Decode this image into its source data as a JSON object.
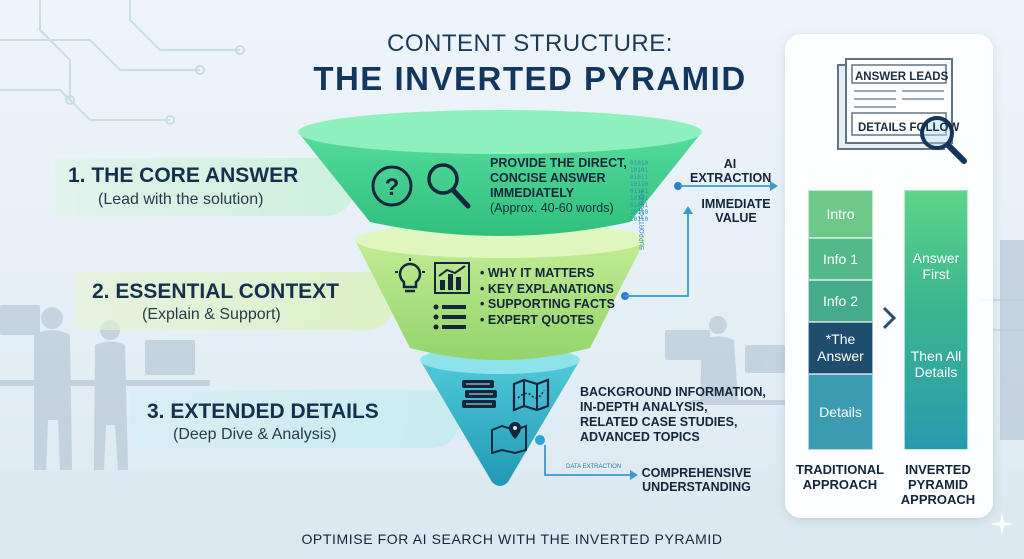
{
  "title": {
    "line1": "CONTENT STRUCTURE:",
    "line2": "THE INVERTED PYRAMID"
  },
  "tiers": [
    {
      "heading": "1. THE CORE ANSWER",
      "sub": "(Lead with the solution)",
      "desc_lines": [
        "PROVIDE THE DIRECT,",
        "CONCISE ANSWER",
        "IMMEDIATELY"
      ],
      "note": "(Approx. 40-60 words)",
      "icons": [
        "question-icon",
        "magnifier-icon"
      ]
    },
    {
      "heading": "2. ESSENTIAL CONTEXT",
      "sub": "(Explain & Support)",
      "bullets": [
        "WHY IT MATTERS",
        "KEY EXPLANATIONS",
        "SUPPORTING FACTS",
        "EXPERT QUOTES"
      ],
      "icons": [
        "lightbulb-icon",
        "bar-chart-icon",
        "list-icon"
      ]
    },
    {
      "heading": "3. EXTENDED DETAILS",
      "sub": "(Deep Dive & Analysis)",
      "desc_lines": [
        "BACKGROUND INFORMATION,",
        "IN-DEPTH ANALYSIS,",
        "RELATED CASE STUDIES,",
        "ADVANCED TOPICS"
      ],
      "icons": [
        "books-icon",
        "map-icon",
        "map-pin-icon"
      ]
    }
  ],
  "flow_labels": {
    "ai_extraction_1": "AI",
    "ai_extraction_2": "EXTRACTION",
    "immediate_1": "IMMEDIATE",
    "immediate_2": "VALUE",
    "support_for_rich": "SUPPORT FOR RICH",
    "data_extraction": "DATA EXTRACTION",
    "comprehensive_1": "COMPREHENSIVE",
    "comprehensive_2": "UNDERSTANDING",
    "binary": [
      "01010",
      "10101",
      "01011",
      "10110",
      "01101",
      "10101",
      "01001",
      "10110",
      "10110"
    ]
  },
  "newspaper": {
    "headline": "ANSWER LEADS",
    "subline": "DETAILS FOLLOW"
  },
  "comparison": {
    "traditional_blocks": [
      "Intro",
      "Info 1",
      "Info 2",
      "*The Answer",
      "Details"
    ],
    "inverted_top": "Answer First",
    "inverted_bottom": "Then All Details",
    "traditional_label": [
      "TRADITIONAL",
      "APPROACH"
    ],
    "inverted_label": [
      "INVERTED",
      "PYRAMID",
      "APPROACH"
    ]
  },
  "colors": {
    "tier1": "#3fce8c",
    "tier2": "#a9e07e",
    "tier3": "#36b7cc",
    "navy": "#13365e",
    "answer_block": "#1f4d6e"
  },
  "footer": "OPTIMISE FOR AI SEARCH WITH THE INVERTED PYRAMID"
}
